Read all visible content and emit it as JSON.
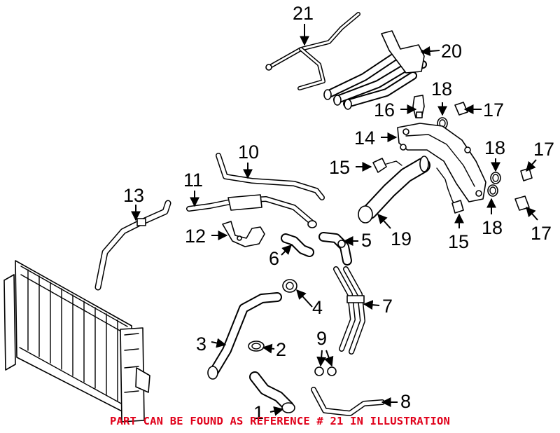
{
  "diagram": {
    "callouts": [
      {
        "number": "1"
      },
      {
        "number": "2"
      },
      {
        "number": "3"
      },
      {
        "number": "4"
      },
      {
        "number": "5"
      },
      {
        "number": "6"
      },
      {
        "number": "7"
      },
      {
        "number": "8"
      },
      {
        "number": "9"
      },
      {
        "number": "10"
      },
      {
        "number": "11"
      },
      {
        "number": "12"
      },
      {
        "number": "13"
      },
      {
        "number": "14"
      },
      {
        "number": "15"
      },
      {
        "number": "15"
      },
      {
        "number": "16"
      },
      {
        "number": "17"
      },
      {
        "number": "17"
      },
      {
        "number": "17"
      },
      {
        "number": "18"
      },
      {
        "number": "18"
      },
      {
        "number": "18"
      },
      {
        "number": "19"
      },
      {
        "number": "20"
      },
      {
        "number": "21"
      }
    ]
  },
  "footer": {
    "note": "PART CAN BE FOUND AS REFERENCE # 21 IN ILLUSTRATION",
    "color": "#e0001a"
  }
}
